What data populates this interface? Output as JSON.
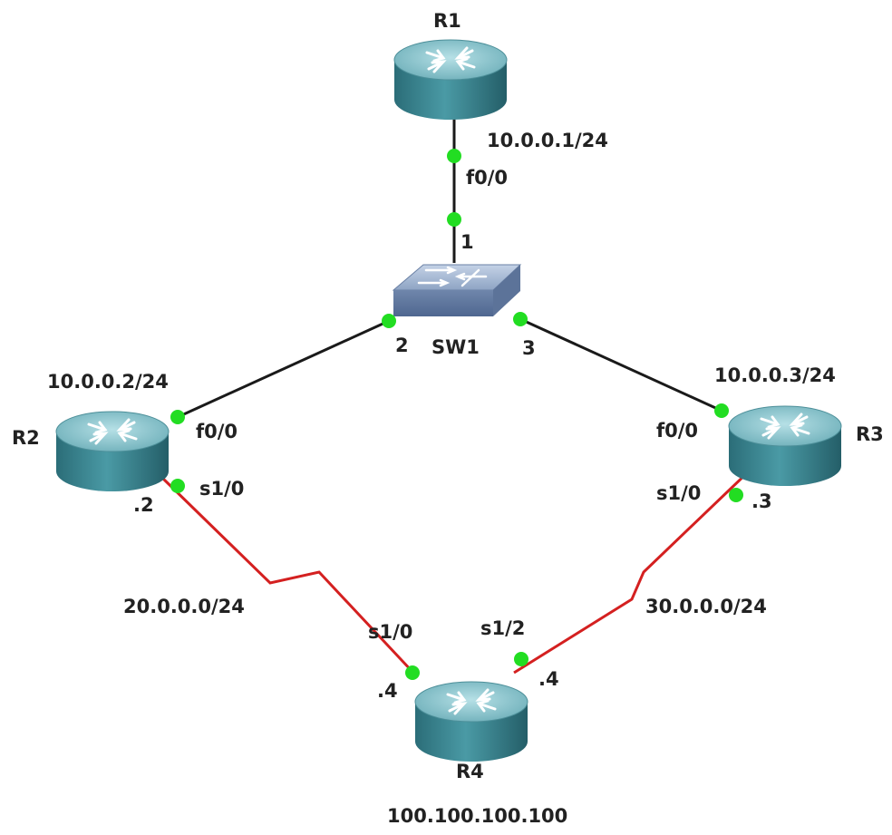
{
  "devices": {
    "r1": {
      "name": "R1"
    },
    "r2": {
      "name": "R2"
    },
    "r3": {
      "name": "R3"
    },
    "r4": {
      "name": "R4"
    },
    "sw1": {
      "name": "SW1"
    }
  },
  "addresses": {
    "r1": "10.0.0.1/24",
    "r2": "10.0.0.2/24",
    "r3": "10.0.0.3/24",
    "r4_loopback": "100.100.100.100",
    "net_r2_r4": "20.0.0.0/24",
    "net_r3_r4": "30.0.0.0/24"
  },
  "interfaces": {
    "r1_f00": "f0/0",
    "sw_port1": "1",
    "sw_port2": "2",
    "sw_port3": "3",
    "r2_f00": "f0/0",
    "r3_f00": "f0/0",
    "r2_s10": "s1/0",
    "r3_s10": "s1/0",
    "r4_s10": "s1/0",
    "r4_s12": "s1/2"
  },
  "host_ids": {
    "r2": ".2",
    "r3": ".3",
    "r4_left": ".4",
    "r4_right": ".4"
  },
  "colors": {
    "ethernet_link": "#1a1a1a",
    "serial_link": "#d42020",
    "port_dot": "#22dd22",
    "router_body": "#3f8f9a",
    "router_top": "#8ec7cf",
    "switch_body": "#7f95b8"
  }
}
